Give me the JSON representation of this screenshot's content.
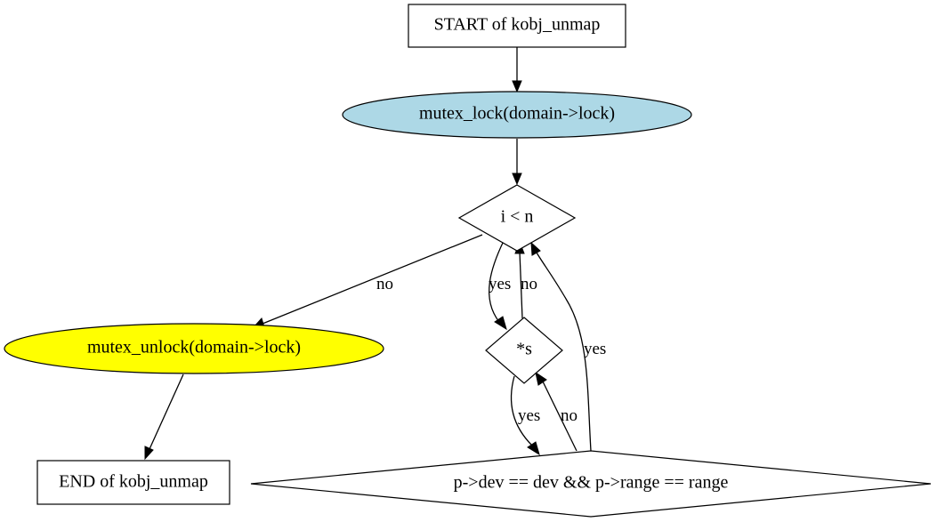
{
  "nodes": {
    "start": {
      "label": "START of kobj_unmap"
    },
    "lock": {
      "label": "mutex_lock(domain->lock)",
      "fill": "#add8e6"
    },
    "loop_cond": {
      "label": "i < n"
    },
    "unlock": {
      "label": "mutex_unlock(domain->lock)",
      "fill": "#ffff00"
    },
    "end": {
      "label": "END of kobj_unmap"
    },
    "s_cond": {
      "label": "*s"
    },
    "match_cond": {
      "label": "p->dev == dev && p->range == range"
    }
  },
  "edges": {
    "loop_no": "no",
    "loop_yes": "yes",
    "s_no": "no",
    "s_yes": "yes",
    "match_no": "no",
    "match_yes": "yes"
  }
}
